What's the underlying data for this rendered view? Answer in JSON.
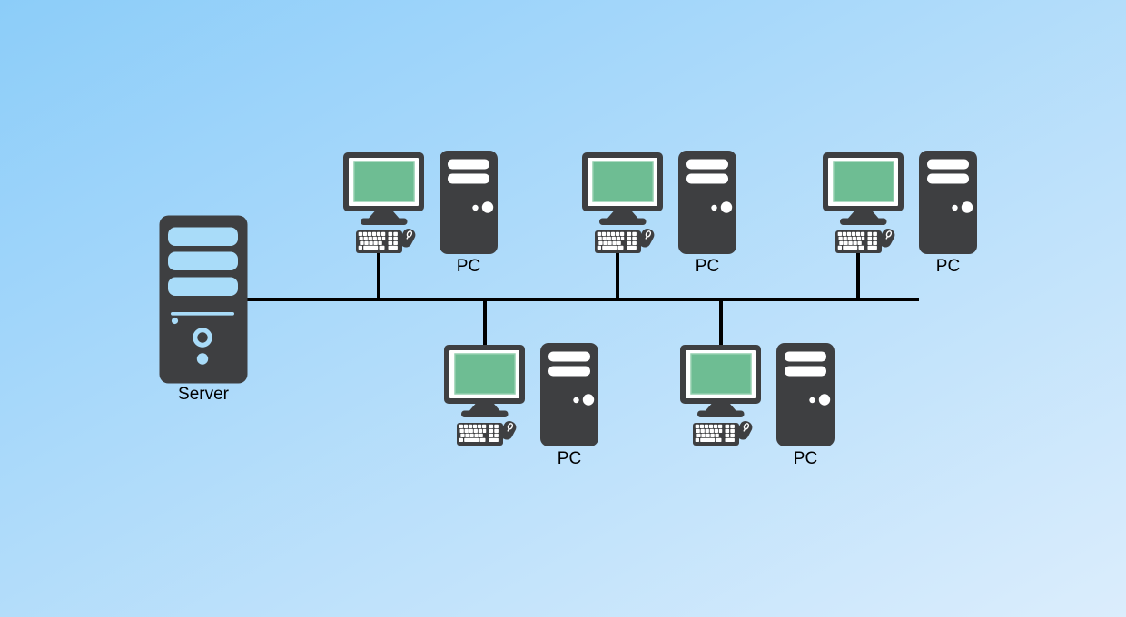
{
  "diagram": {
    "type": "bus-topology-network",
    "colors": {
      "bg_start": "#8ccdf9",
      "bg_end": "#dbedfc",
      "device_body": "#3e3f41",
      "screen": "#6ebd93",
      "screen_edge": "#93cfae",
      "detail_light": "#a9dcf9",
      "link": "#000000",
      "label_text": "#000000"
    },
    "nodes": [
      {
        "id": "server",
        "label": "Server",
        "icon": "server-tower-icon"
      },
      {
        "id": "pc-1",
        "label": "PC",
        "icon": "desktop-pc-icon"
      },
      {
        "id": "pc-2",
        "label": "PC",
        "icon": "desktop-pc-icon"
      },
      {
        "id": "pc-3",
        "label": "PC",
        "icon": "desktop-pc-icon"
      },
      {
        "id": "pc-4",
        "label": "PC",
        "icon": "desktop-pc-icon"
      },
      {
        "id": "pc-5",
        "label": "PC",
        "icon": "desktop-pc-icon"
      }
    ],
    "links": [
      {
        "from": "server",
        "to": "bus"
      },
      {
        "from": "pc-1",
        "to": "bus"
      },
      {
        "from": "pc-2",
        "to": "bus"
      },
      {
        "from": "pc-3",
        "to": "bus"
      },
      {
        "from": "pc-4",
        "to": "bus"
      },
      {
        "from": "pc-5",
        "to": "bus"
      }
    ]
  }
}
